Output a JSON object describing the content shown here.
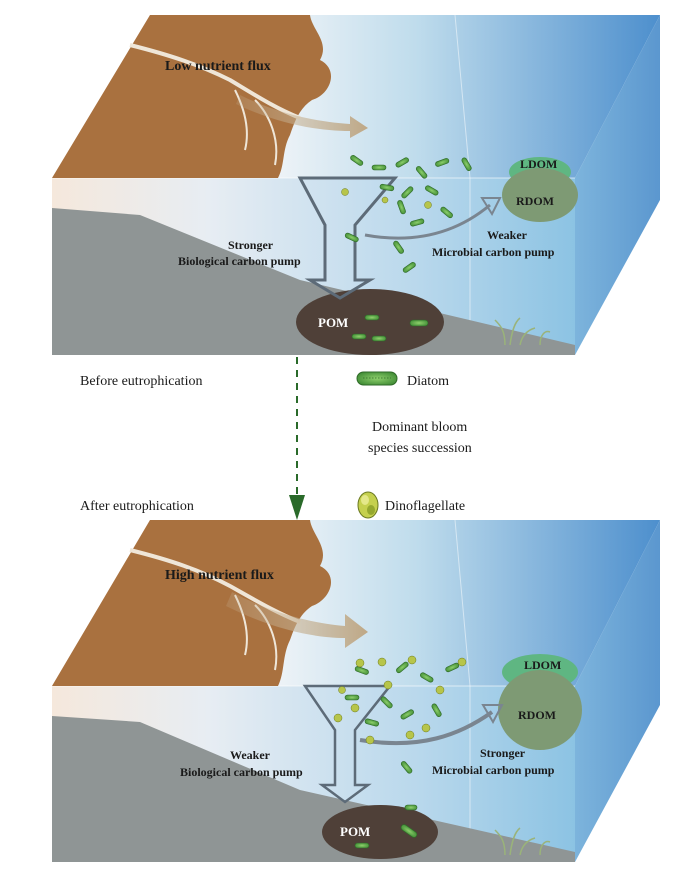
{
  "panels": {
    "before": {
      "nutrient_label": "Low nutrient flux",
      "bcp_line1": "Stronger",
      "bcp_line2": "Biological carbon pump",
      "mcp_line1": "Weaker",
      "mcp_line2": "Microbial carbon pump",
      "ldom": "LDOM",
      "rdom": "RDOM",
      "pom": "POM"
    },
    "after": {
      "nutrient_label": "High nutrient flux",
      "bcp_line1": "Weaker",
      "bcp_line2": "Biological carbon pump",
      "mcp_line1": "Stronger",
      "mcp_line2": "Microbial carbon pump",
      "ldom": "LDOM",
      "rdom": "RDOM",
      "pom": "POM"
    }
  },
  "middle": {
    "before_label": "Before eutrophication",
    "after_label": "After eutrophication",
    "diatom_label": "Diatom",
    "dinoflagellate_label": "Dinoflagellate",
    "succession_line1": "Dominant bloom",
    "succession_line2": "species succession"
  },
  "colors": {
    "land": "#a9713f",
    "seabed": "#8f9595",
    "ocean_deep": "#4a90cf",
    "pom": "#4f4038",
    "rdom": "#7e9a74",
    "ldom": "#5fb682",
    "diatom": "#4f9a3c",
    "dinoflagellate": "#b7c54a",
    "dashed_arrow": "#2a6a2a",
    "pump_arrow": "#5d6b78"
  }
}
